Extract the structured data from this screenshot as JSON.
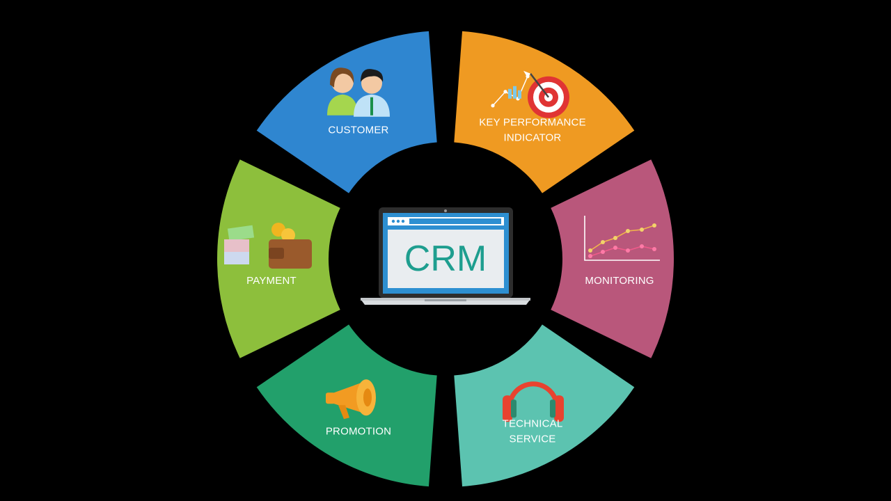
{
  "diagram": {
    "center": {
      "screen_text": "CRM",
      "text_color": "#1e9e8f",
      "bezel_color": "#2d2d2d",
      "screen_color": "#2d8fd1",
      "screen_inner_color": "#e9edf0"
    },
    "segments": [
      {
        "id": "kpi",
        "lines": [
          "KEY PERFORMANCE",
          "INDICATOR"
        ],
        "color": "#ef9a22",
        "icon": "target-chart-icon"
      },
      {
        "id": "monitoring",
        "lines": [
          "MONITORING"
        ],
        "color": "#b9577b",
        "icon": "line-graph-icon"
      },
      {
        "id": "technical-service",
        "lines": [
          "TECHNICAL",
          "SERVICE"
        ],
        "color": "#5cc3b0",
        "icon": "headphones-icon"
      },
      {
        "id": "promotion",
        "lines": [
          "PROMOTION"
        ],
        "color": "#22a06b",
        "icon": "megaphone-icon"
      },
      {
        "id": "payment",
        "lines": [
          "PAYMENT"
        ],
        "color": "#8dbf3c",
        "icon": "wallet-money-icon"
      },
      {
        "id": "customer",
        "lines": [
          "CUSTOMER"
        ],
        "color": "#2f86d0",
        "icon": "people-icon"
      }
    ]
  }
}
